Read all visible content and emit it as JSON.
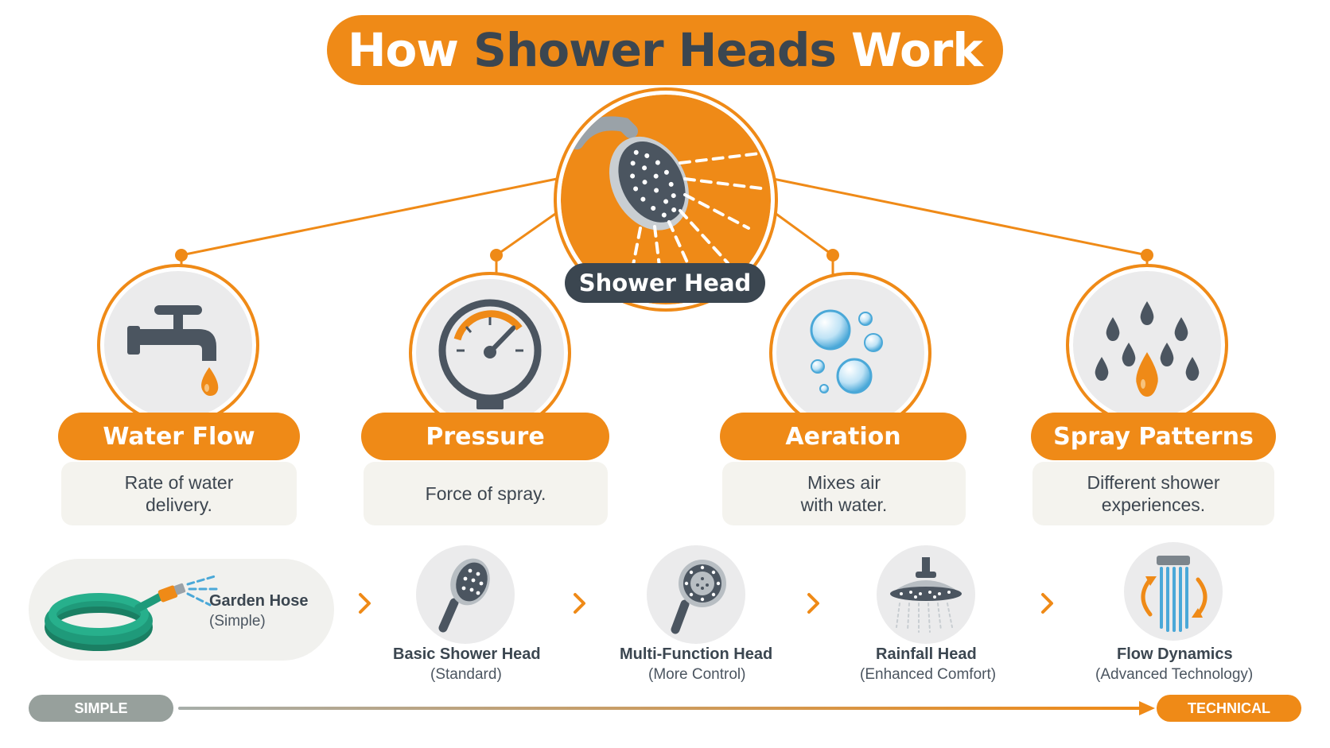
{
  "title": {
    "part1": "How ",
    "part2": "Shower Heads",
    "part3": " Work"
  },
  "hub": {
    "label": "Shower Head",
    "icon": "shower-head-icon"
  },
  "concepts": [
    {
      "label": "Water Flow",
      "desc_line1": "Rate of water",
      "desc_line2": "delivery.",
      "icon": "faucet-icon"
    },
    {
      "label": "Pressure",
      "desc_line1": "Force of spray.",
      "desc_line2": "",
      "icon": "pressure-gauge-icon"
    },
    {
      "label": "Aeration",
      "desc_line1": "Mixes air",
      "desc_line2": "with water.",
      "icon": "bubbles-icon"
    },
    {
      "label": "Spray Patterns",
      "desc_line1": "Different shower",
      "desc_line2": "experiences.",
      "icon": "water-drops-icon"
    }
  ],
  "progression": [
    {
      "name": "Garden Hose",
      "sub": "(Simple)",
      "icon": "garden-hose-icon"
    },
    {
      "name": "Basic Shower Head",
      "sub": "(Standard)",
      "icon": "handheld-shower-icon"
    },
    {
      "name": "Multi-Function Head",
      "sub": "(More Control)",
      "icon": "multi-function-shower-icon"
    },
    {
      "name": "Rainfall Head",
      "sub": "(Enhanced Comfort)",
      "icon": "rainfall-shower-icon"
    },
    {
      "name": "Flow Dynamics",
      "sub": "(Advanced Technology)",
      "icon": "flow-dynamics-icon"
    }
  ],
  "scale": {
    "left": "SIMPLE",
    "right": "TECHNICAL"
  },
  "colors": {
    "accent": "#ef8a17",
    "dark": "#3b4650",
    "teal": "#1f9a7a",
    "light_blue": "#4aa8d8"
  }
}
